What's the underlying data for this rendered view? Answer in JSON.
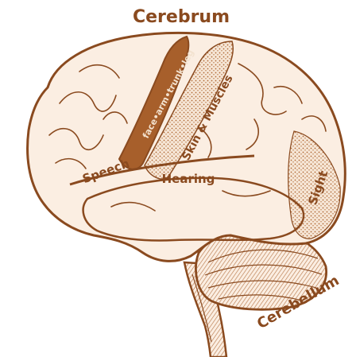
{
  "labels": {
    "cerebrum": "Cerebrum",
    "cerebellum": "Cerebellum",
    "speech": "Speech",
    "hearing": "Hearing",
    "sight": "Sight",
    "skin_muscles": "Skin & Muscles",
    "motor_strip": "face•arm•trunk•leg"
  },
  "colors": {
    "ink": "#8a4a1f",
    "fill": "#fbeee2",
    "shade": "#c98b58",
    "motor": "#a75f2b"
  }
}
